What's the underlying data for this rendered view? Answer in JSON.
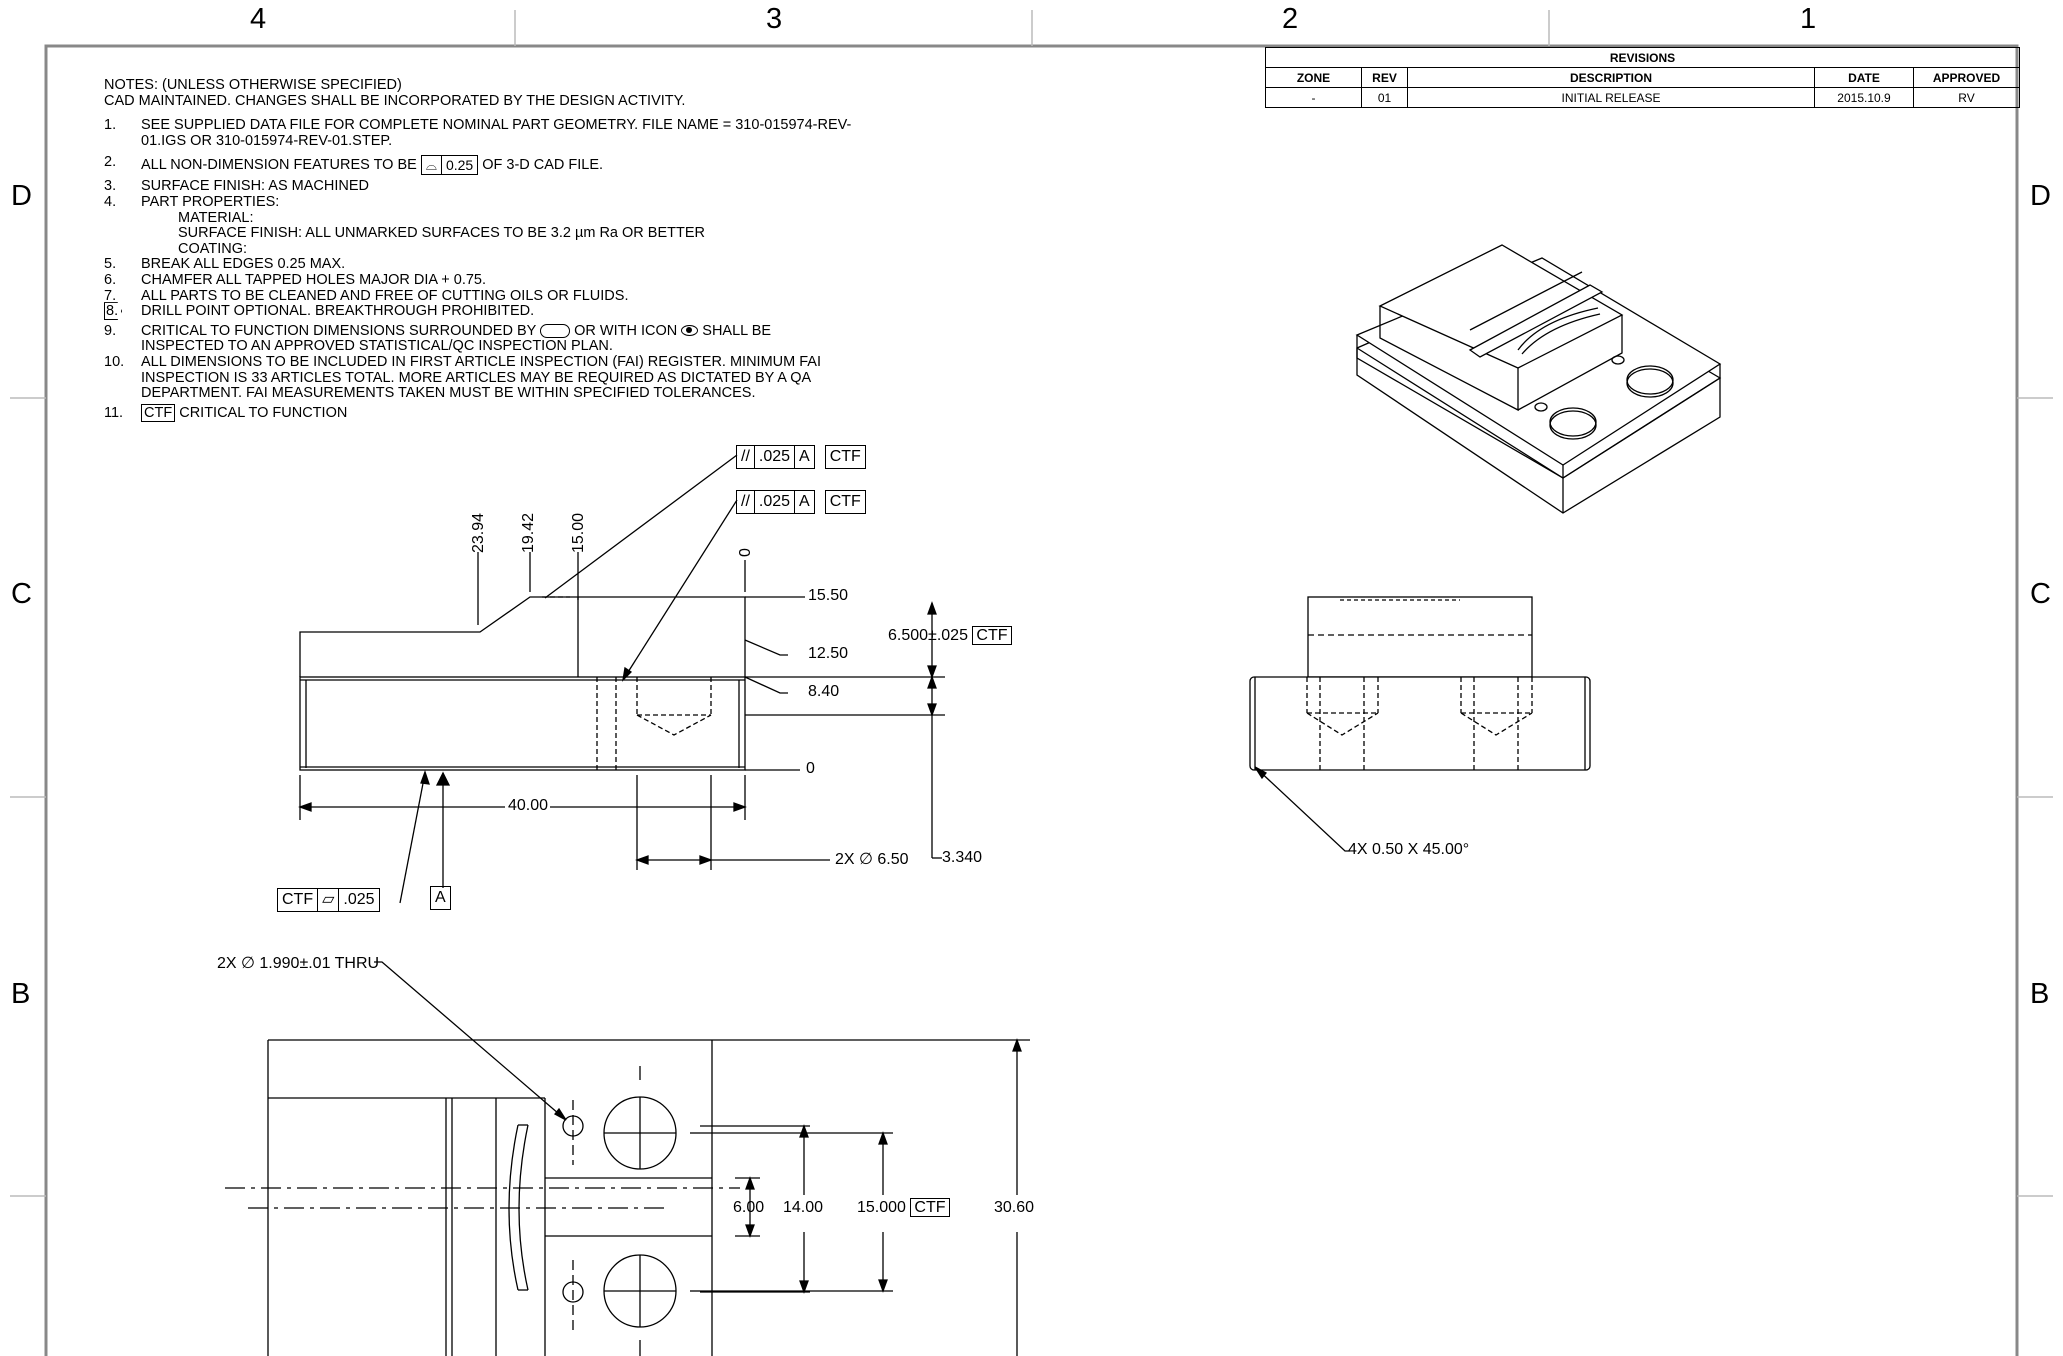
{
  "zones": {
    "columns": [
      "4",
      "3",
      "2",
      "1"
    ],
    "rows": [
      "D",
      "C",
      "B"
    ]
  },
  "notes": {
    "header1": "NOTES: (UNLESS OTHERWISE SPECIFIED)",
    "header2": "CAD MAINTAINED. CHANGES SHALL BE INCORPORATED BY THE DESIGN ACTIVITY.",
    "n1_num": "1.",
    "n1_text": "SEE SUPPLIED DATA FILE FOR COMPLETE NOMINAL PART GEOMETRY. FILE NAME = 310-015974-REV-01.IGS OR 310-015974-REV-01.STEP.",
    "n2_num": "2.",
    "n2_pre": "ALL NON-DIMENSION FEATURES TO BE",
    "n2_tol": "0.25",
    "n2_post": "OF 3-D CAD FILE.",
    "n3_num": "3.",
    "n3_text": "SURFACE FINISH: AS MACHINED",
    "n4_num": "4.",
    "n4_text": "PART PROPERTIES:",
    "n4_sub1": "MATERIAL:",
    "n4_sub2": "SURFACE FINISH: ALL UNMARKED SURFACES TO BE 3.2 µm Ra OR BETTER",
    "n4_sub3": "COATING:",
    "n5_num": "5.",
    "n5_text": "BREAK ALL EDGES 0.25 MAX.",
    "n6_num": "6.",
    "n6_text": "CHAMFER ALL TAPPED HOLES MAJOR DIA + 0.75.",
    "n7_num": "7.",
    "n7_text": "ALL PARTS TO BE CLEANED AND FREE OF CUTTING OILS OR FLUIDS.",
    "n8_num": "8.",
    "n8_text": "DRILL POINT OPTIONAL. BREAKTHROUGH PROHIBITED.",
    "n9_num": "9.",
    "n9_pre": "CRITICAL TO FUNCTION DIMENSIONS SURROUNDED BY",
    "n9_mid": "OR WITH ICON",
    "n9_post": "SHALL BE",
    "n9_line2": "INSPECTED TO AN APPROVED STATISTICAL/QC INSPECTION PLAN.",
    "n10_num": "10.",
    "n10_text": "ALL DIMENSIONS TO BE INCLUDED IN FIRST ARTICLE INSPECTION (FAI) REGISTER. MINIMUM FAI INSPECTION IS 33 ARTICLES TOTAL. MORE ARTICLES MAY BE REQUIRED AS DICTATED BY A QA DEPARTMENT. FAI MEASUREMENTS TAKEN MUST BE WITHIN SPECIFIED TOLERANCES.",
    "n11_num": "11.",
    "n11_box": "CTF",
    "n11_text": "CRITICAL TO FUNCTION"
  },
  "revisions": {
    "title": "REVISIONS",
    "headers": [
      "ZONE",
      "REV",
      "DESCRIPTION",
      "DATE",
      "APPROVED"
    ],
    "row": [
      "-",
      "01",
      "INITIAL RELEASE",
      "2015.10.9",
      "RV"
    ]
  },
  "front_view": {
    "fcf1": {
      "sym": "//",
      "tol": ".025",
      "datum": "A",
      "ctf": "CTF"
    },
    "fcf2": {
      "sym": "//",
      "tol": ".025",
      "datum": "A",
      "ctf": "CTF"
    },
    "fcf3": {
      "ctf": "CTF",
      "sym": "▱",
      "tol": ".025"
    },
    "datum": "A",
    "dims": {
      "d2394": "23.94",
      "d1942": "19.42",
      "d1500": "15.00",
      "d0top": "0",
      "d1550": "15.50",
      "d1250": "12.50",
      "d840": "8.40",
      "d0": "0",
      "d6500": "6.500±.025",
      "d6500_ctf": "CTF",
      "d40": "40.00",
      "d2x650": "2X ∅ 6.50",
      "d3340": "3.340"
    }
  },
  "side_view": {
    "chamfer": "4X 0.50 X 45.00°"
  },
  "top_view": {
    "holes": "2X ∅ 1.990±.01 THRU",
    "d600": "6.00",
    "d1400": "14.00",
    "d15000": "15.000",
    "d15000_ctf": "CTF",
    "d3060": "30.60"
  }
}
